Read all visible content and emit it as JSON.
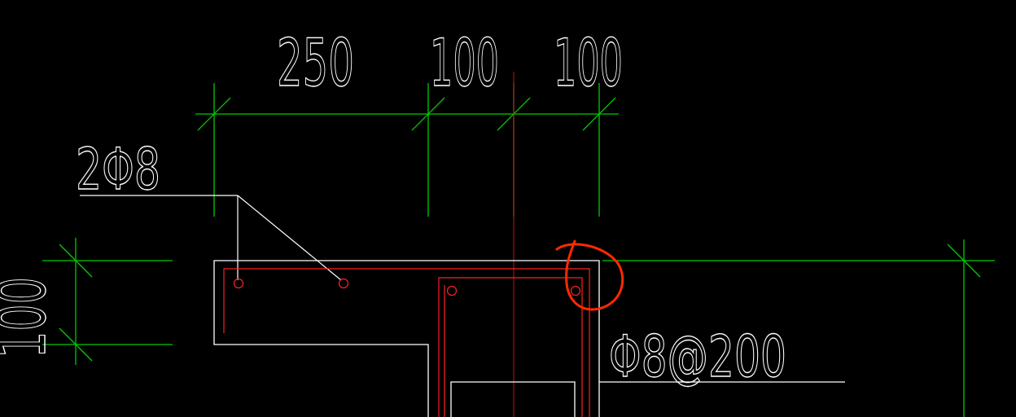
{
  "dimensions": {
    "top": [
      "250",
      "100",
      "100"
    ],
    "left_partial": "100"
  },
  "labels": {
    "top_rebar": "2Φ8",
    "stirrup": "Φ8@200"
  },
  "colors": {
    "background": "#000000",
    "dimension_lines": "#00cc00",
    "outline": "#ffffff",
    "rebar": "#ff2020",
    "markup_circle": "#ff2a00"
  }
}
